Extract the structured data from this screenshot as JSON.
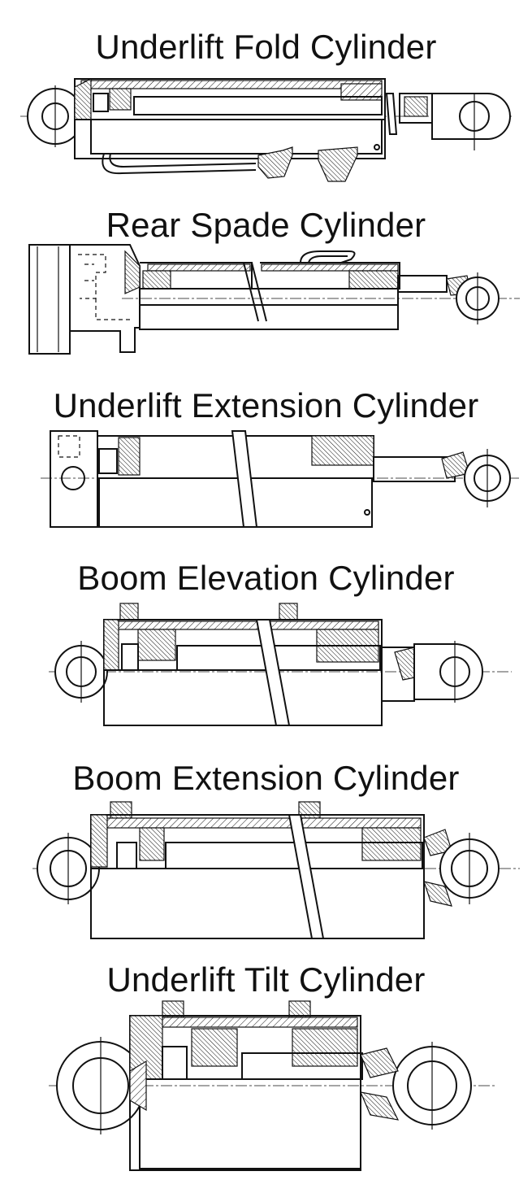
{
  "titles": {
    "c1": "Underlift Fold Cylinder",
    "c2": "Rear Spade Cylinder",
    "c3": "Underlift Extension Cylinder",
    "c4": "Boom Elevation Cylinder",
    "c5": "Boom Extension Cylinder",
    "c6": "Underlift Tilt Cylinder"
  }
}
